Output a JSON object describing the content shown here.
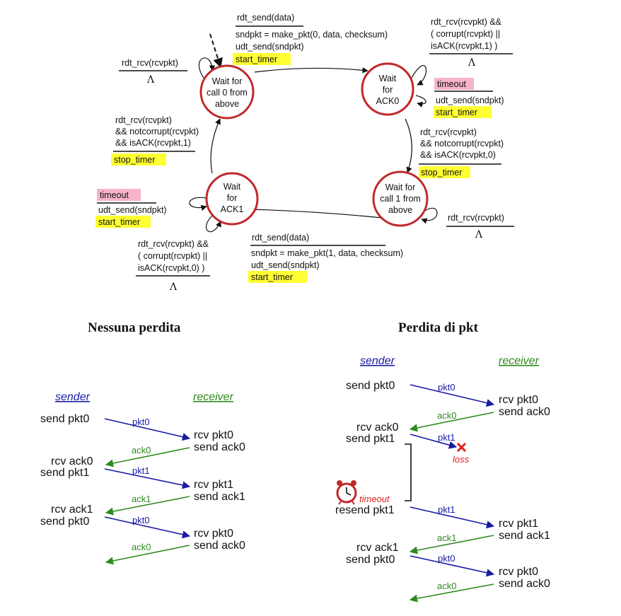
{
  "fsm": {
    "states": {
      "s0": [
        "Wait for",
        "call 0 from",
        "above"
      ],
      "s1": [
        "Wait",
        "for",
        "ACK0"
      ],
      "s2": [
        "Wait for",
        "call 1 from",
        "above"
      ],
      "s3": [
        "Wait",
        "for",
        "ACK1"
      ]
    },
    "t_s0_top": {
      "event": "rdt_send(data)",
      "actions": [
        "sndpkt = make_pkt(0, data, checksum)",
        "udt_send(sndpkt)"
      ],
      "hl": "start_timer"
    },
    "t_s0_self": {
      "event": "rdt_rcv(rcvpkt)",
      "action": "Λ"
    },
    "t_s1_self_top": {
      "event": [
        "rdt_rcv(rcvpkt) &&",
        "( corrupt(rcvpkt) ||",
        "isACK(rcvpkt,1) )"
      ],
      "action": "Λ"
    },
    "t_s1_timeout": {
      "event": "timeout",
      "actions": [
        "udt_send(sndpkt)"
      ],
      "hl": "start_timer"
    },
    "t_s1_s2": {
      "event": [
        "rdt_rcv(rcvpkt)",
        "&& notcorrupt(rcvpkt)",
        "&& isACK(rcvpkt,0)"
      ],
      "hl": "stop_timer"
    },
    "t_s2_self": {
      "event": "rdt_rcv(rcvpkt)",
      "action": "Λ"
    },
    "t_s2_bottom": {
      "event": "rdt_send(data)",
      "actions": [
        "sndpkt = make_pkt(1, data, checksum)",
        "udt_send(sndpkt)"
      ],
      "hl": "start_timer"
    },
    "t_s3_timeout": {
      "event": "timeout",
      "actions": [
        "udt_send(sndpkt)"
      ],
      "hl": "start_timer"
    },
    "t_s3_self_bottom": {
      "event": [
        "rdt_rcv(rcvpkt) &&",
        "( corrupt(rcvpkt) ||",
        "isACK(rcvpkt,0) )"
      ],
      "action": "Λ"
    },
    "t_s3_s0": {
      "event": [
        "rdt_rcv(rcvpkt)",
        "&& notcorrupt(rcvpkt)",
        "&& isACK(rcvpkt,1)"
      ],
      "hl": "stop_timer"
    }
  },
  "left": {
    "title": "Nessuna perdita",
    "sender": "sender",
    "receiver": "receiver",
    "s_send_pkt0": "send pkt0",
    "pkt0_a": "pkt0",
    "r_rcv_pkt0": "rcv pkt0",
    "r_send_ack0": "send ack0",
    "ack0_a": "ack0",
    "s_rcv_ack0": "rcv ack0",
    "s_send_pkt1": "send pkt1",
    "pkt1": "pkt1",
    "r_rcv_pkt1": "rcv pkt1",
    "r_send_ack1": "send ack1",
    "ack1": "ack1",
    "s_rcv_ack1": "rcv ack1",
    "s_send_pkt0_b": "send pkt0",
    "pkt0_b": "pkt0",
    "r_rcv_pkt0_b": "rcv pkt0",
    "r_send_ack0_b": "send ack0",
    "ack0_b": "ack0"
  },
  "right": {
    "title": "Perdita di pkt",
    "sender": "sender",
    "receiver": "receiver",
    "s_send_pkt0": "send pkt0",
    "pkt0_a": "pkt0",
    "r_rcv_pkt0": "rcv pkt0",
    "r_send_ack0": "send ack0",
    "ack0_a": "ack0",
    "s_rcv_ack0": "rcv ack0",
    "s_send_pkt1": "send pkt1",
    "pkt1_lost": "pkt1",
    "loss": "loss",
    "timeout": "timeout",
    "s_resend_pkt1": "resend pkt1",
    "pkt1_b": "pkt1",
    "r_rcv_pkt1": "rcv pkt1",
    "r_send_ack1": "send ack1",
    "ack1": "ack1",
    "s_rcv_ack1": "rcv ack1",
    "s_send_pkt0_b": "send pkt0",
    "pkt0_b": "pkt0",
    "r_rcv_pkt0_b": "rcv pkt0",
    "r_send_ack0_b": "send ack0",
    "ack0_b": "ack0"
  },
  "icons": {
    "alarm": "alarm-clock-icon",
    "loss_mark": "red-x-icon"
  },
  "colors": {
    "state_border": "#c0282a",
    "highlight": "#ffff33",
    "timeout_bg": "#f8b3c9",
    "pkt": "#1a1aa6",
    "ack": "#2e8b1e",
    "loss": "#e02020"
  }
}
